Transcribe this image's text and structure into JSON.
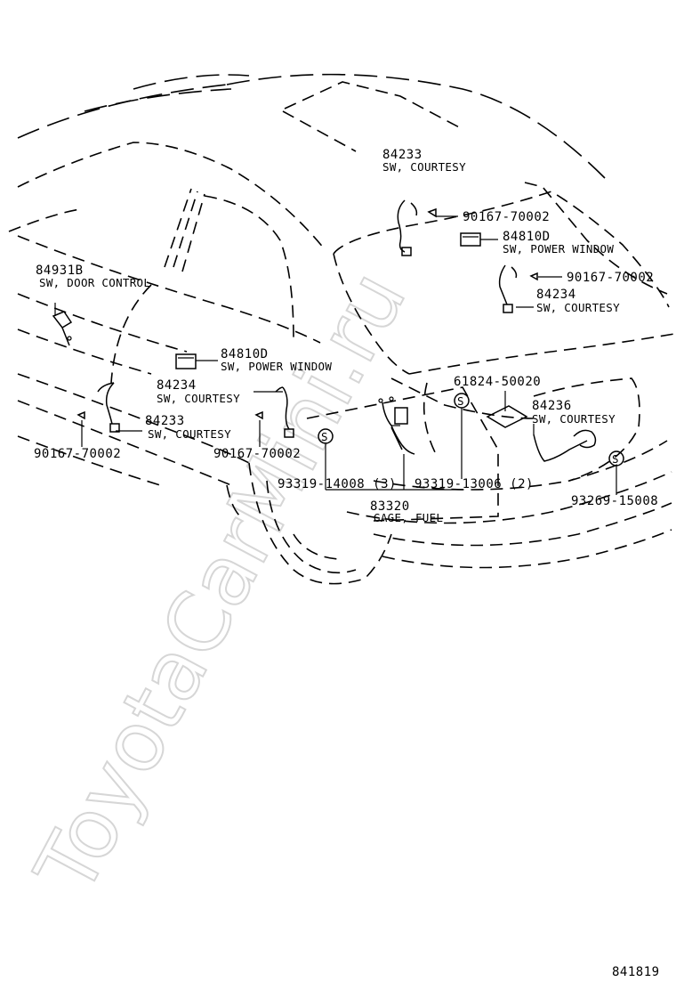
{
  "watermark": "ToyotaCarMini.ru",
  "figure_code": "841819",
  "callouts": [
    {
      "part": "84233",
      "name": "SW, COURTESY"
    },
    {
      "part": "90167-70002",
      "name": ""
    },
    {
      "part": "84810D",
      "name": "SW, POWER WINDOW"
    },
    {
      "part": "90167-70002",
      "name": ""
    },
    {
      "part": "84234",
      "name": "SW, COURTESY"
    },
    {
      "part": "84931B",
      "name": "SW, DOOR CONTROL"
    },
    {
      "part": "84810D",
      "name": "SW, POWER WINDOW"
    },
    {
      "part": "84234",
      "name": "SW, COURTESY"
    },
    {
      "part": "84233",
      "name": "SW, COURTESY"
    },
    {
      "part": "90167-70002",
      "name": ""
    },
    {
      "part": "90167-70002",
      "name": ""
    },
    {
      "part": "61824-50020",
      "name": ""
    },
    {
      "part": "84236",
      "name": "SW, COURTESY"
    },
    {
      "part": "93319-14008 (3)",
      "name": ""
    },
    {
      "part": "93319-13006 (2)",
      "name": ""
    },
    {
      "part": "83320",
      "name": "GAGE, FUEL"
    },
    {
      "part": "93269-15008",
      "name": ""
    }
  ],
  "symbols": {
    "s_mark": "S"
  }
}
